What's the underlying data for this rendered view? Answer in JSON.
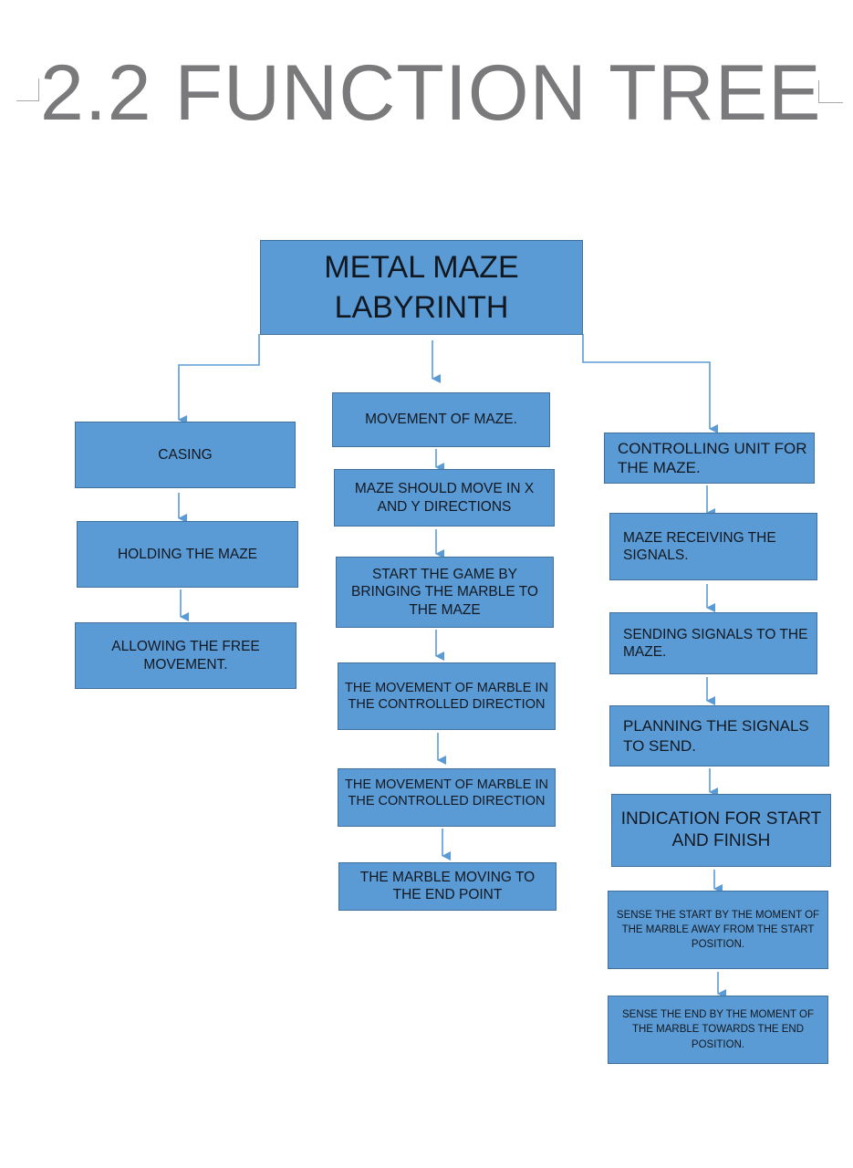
{
  "page": {
    "title": "2.2 FUNCTION TREE"
  },
  "tree": {
    "root": "METAL MAZE LABYRINTH",
    "left": [
      "CASING",
      "HOLDING THE MAZE",
      "ALLOWING THE FREE MOVEMENT."
    ],
    "middle": [
      "MOVEMENT OF MAZE.",
      "MAZE SHOULD MOVE IN X AND Y DIRECTIONS",
      "START THE GAME BY BRINGING THE MARBLE TO THE MAZE",
      "THE MOVEMENT OF MARBLE IN THE CONTROLLED DIRECTION",
      "THE MOVEMENT OF MARBLE IN THE CONTROLLED DIRECTION",
      "THE MARBLE MOVING TO THE END POINT"
    ],
    "right": [
      "CONTROLLING UNIT FOR THE MAZE.",
      "MAZE RECEIVING THE SIGNALS.",
      "SENDING SIGNALS TO THE MAZE.",
      "PLANNING THE SIGNALS TO SEND.",
      "INDICATION FOR START AND FINISH",
      "SENSE THE START BY THE MOMENT OF THE MARBLE AWAY FROM THE START POSITION.",
      "SENSE THE END BY THE MOMENT OF THE MARBLE TOWARDS THE END POSITION."
    ]
  },
  "colors": {
    "box_fill": "#5b9bd5",
    "box_border": "#41719c",
    "connector": "#5b9bd5",
    "title": "#7a7a7c"
  }
}
